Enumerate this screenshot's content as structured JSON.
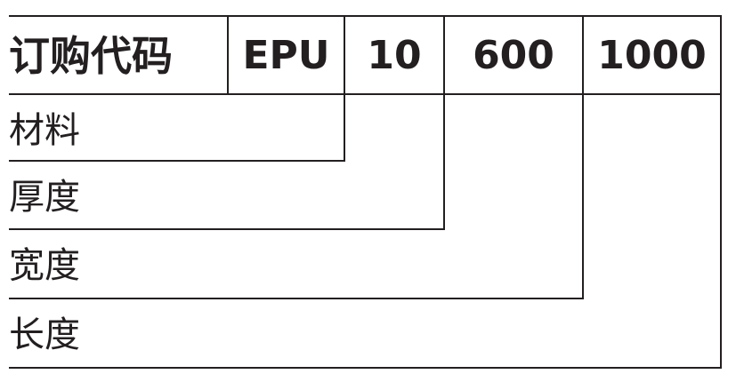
{
  "header": {
    "code_label": "订购代码",
    "code_value": "EPU",
    "thickness_value": "10",
    "width_value": "600",
    "length_value": "1000"
  },
  "rows": {
    "material": "材料",
    "thickness": "厚度",
    "width": "宽度",
    "length": "长度"
  }
}
